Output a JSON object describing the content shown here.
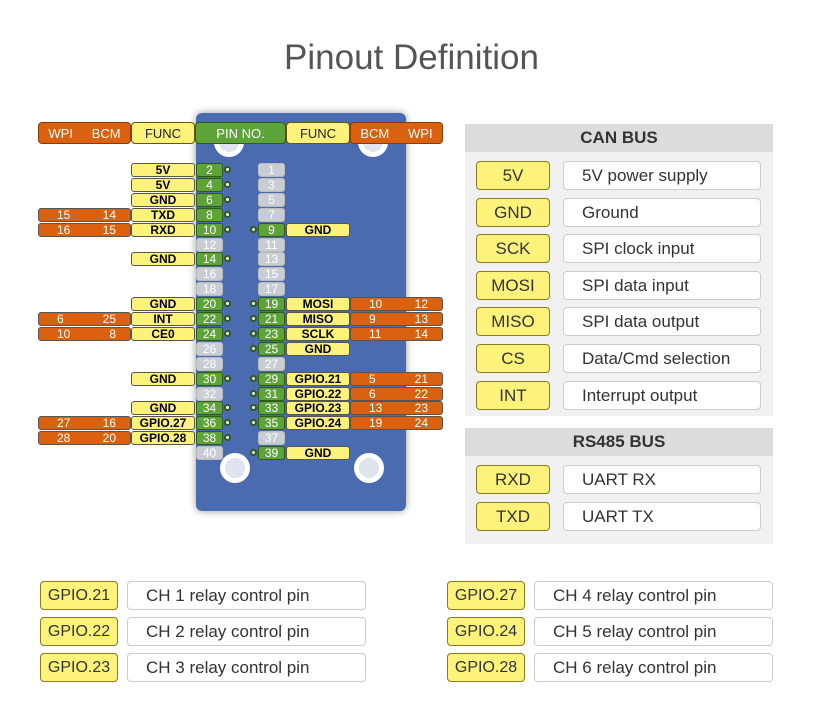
{
  "title": "Pinout Definition",
  "headers": {
    "wpi": "WPI",
    "bcm": "BCM",
    "func": "FUNC",
    "pin": "PIN NO."
  },
  "rows": [
    {
      "l": {
        "pin": "2",
        "func": "5V"
      },
      "r": {
        "pin": "1"
      }
    },
    {
      "l": {
        "pin": "4",
        "func": "5V"
      },
      "r": {
        "pin": "3"
      }
    },
    {
      "l": {
        "pin": "6",
        "func": "GND"
      },
      "r": {
        "pin": "5"
      }
    },
    {
      "l": {
        "pin": "8",
        "func": "TXD",
        "bcm": "14",
        "wpi": "15"
      },
      "r": {
        "pin": "7"
      }
    },
    {
      "l": {
        "pin": "10",
        "func": "RXD",
        "bcm": "15",
        "wpi": "16"
      },
      "r": {
        "pin": "9",
        "func": "GND"
      }
    },
    {
      "l": {
        "pin": "12"
      },
      "r": {
        "pin": "11"
      }
    },
    {
      "l": {
        "pin": "14",
        "func": "GND"
      },
      "r": {
        "pin": "13"
      }
    },
    {
      "l": {
        "pin": "16"
      },
      "r": {
        "pin": "15"
      }
    },
    {
      "l": {
        "pin": "18"
      },
      "r": {
        "pin": "17"
      }
    },
    {
      "l": {
        "pin": "20",
        "func": "GND"
      },
      "r": {
        "pin": "19",
        "func": "MOSI",
        "bcm": "10",
        "wpi": "12"
      }
    },
    {
      "l": {
        "pin": "22",
        "func": "INT",
        "bcm": "25",
        "wpi": "6"
      },
      "r": {
        "pin": "21",
        "func": "MISO",
        "bcm": "9",
        "wpi": "13"
      }
    },
    {
      "l": {
        "pin": "24",
        "func": "CE0",
        "bcm": "8",
        "wpi": "10"
      },
      "r": {
        "pin": "23",
        "func": "SCLK",
        "bcm": "11",
        "wpi": "14"
      }
    },
    {
      "l": {
        "pin": "26"
      },
      "r": {
        "pin": "25",
        "func": "GND"
      }
    },
    {
      "l": {
        "pin": "28"
      },
      "r": {
        "pin": "27"
      }
    },
    {
      "l": {
        "pin": "30",
        "func": "GND"
      },
      "r": {
        "pin": "29",
        "func": "GPIO.21",
        "bcm": "5",
        "wpi": "21"
      }
    },
    {
      "l": {
        "pin": "32"
      },
      "r": {
        "pin": "31",
        "func": "GPIO.22",
        "bcm": "6",
        "wpi": "22"
      }
    },
    {
      "l": {
        "pin": "34",
        "func": "GND"
      },
      "r": {
        "pin": "33",
        "func": "GPIO.23",
        "bcm": "13",
        "wpi": "23"
      }
    },
    {
      "l": {
        "pin": "36",
        "func": "GPIO.27",
        "bcm": "16",
        "wpi": "27"
      },
      "r": {
        "pin": "35",
        "func": "GPIO.24",
        "bcm": "19",
        "wpi": "24"
      }
    },
    {
      "l": {
        "pin": "38",
        "func": "GPIO.28",
        "bcm": "20",
        "wpi": "28"
      },
      "r": {
        "pin": "37"
      }
    },
    {
      "l": {
        "pin": "40"
      },
      "r": {
        "pin": "39",
        "func": "GND"
      }
    }
  ],
  "can_bus": {
    "title": "CAN BUS",
    "items": [
      {
        "label": "5V",
        "desc": "5V power supply"
      },
      {
        "label": "GND",
        "desc": "Ground"
      },
      {
        "label": "SCK",
        "desc": "SPI clock input"
      },
      {
        "label": "MOSI",
        "desc": "SPI data input"
      },
      {
        "label": "MISO",
        "desc": "SPI data output"
      },
      {
        "label": "CS",
        "desc": "Data/Cmd selection"
      },
      {
        "label": "INT",
        "desc": "Interrupt output"
      }
    ]
  },
  "rs485_bus": {
    "title": "RS485 BUS",
    "items": [
      {
        "label": "RXD",
        "desc": "UART RX"
      },
      {
        "label": "TXD",
        "desc": "UART TX"
      }
    ]
  },
  "relays": [
    {
      "label": "GPIO.21",
      "desc": "CH 1 relay control pin"
    },
    {
      "label": "GPIO.22",
      "desc": "CH 2 relay control pin"
    },
    {
      "label": "GPIO.23",
      "desc": "CH 3 relay control pin"
    },
    {
      "label": "GPIO.27",
      "desc": "CH 4 relay control pin"
    },
    {
      "label": "GPIO.24",
      "desc": "CH 5 relay control pin"
    },
    {
      "label": "GPIO.28",
      "desc": "CH 6 relay control pin"
    }
  ]
}
